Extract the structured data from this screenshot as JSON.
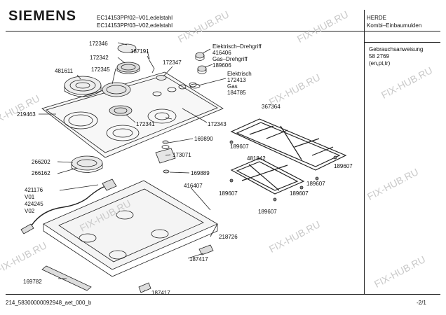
{
  "header": {
    "brand": "SIEMENS",
    "model_1": "EC14153PP/02–V01,edelstahl",
    "model_2": "EC14153PP/03–V02,edelstahl",
    "category_1": "HERDE",
    "category_2": "Kombi–Einbaumulden",
    "manual_title": "Gebrauchsanweisung",
    "manual_number": "58 2769",
    "manual_langs": "(en,pt,tr)"
  },
  "watermark": "FIX-HUB.RU",
  "parts": [
    {
      "id": "p1",
      "text": "172346"
    },
    {
      "id": "p2",
      "text": "187191"
    },
    {
      "id": "p3",
      "text": "172342"
    },
    {
      "id": "p4",
      "text": "172347"
    },
    {
      "id": "p5",
      "text": "172345"
    },
    {
      "id": "p6",
      "text": "481611"
    },
    {
      "id": "p7",
      "text": "Elektrisch–Drehgriff"
    },
    {
      "id": "p8",
      "text": "416406"
    },
    {
      "id": "p9",
      "text": "Gas–Drehgriff"
    },
    {
      "id": "p10",
      "text": "189606"
    },
    {
      "id": "p11",
      "text": "Elektrisch"
    },
    {
      "id": "p12",
      "text": "172413"
    },
    {
      "id": "p13",
      "text": "Gas"
    },
    {
      "id": "p14",
      "text": "184785"
    },
    {
      "id": "p15",
      "text": "219463"
    },
    {
      "id": "p16",
      "text": "172341"
    },
    {
      "id": "p17",
      "text": "172343"
    },
    {
      "id": "p18",
      "text": "367364"
    },
    {
      "id": "p19",
      "text": "169890"
    },
    {
      "id": "p20",
      "text": "189607"
    },
    {
      "id": "p21",
      "text": "173071"
    },
    {
      "id": "p22",
      "text": "481842"
    },
    {
      "id": "p23",
      "text": "189607"
    },
    {
      "id": "p24",
      "text": "266202"
    },
    {
      "id": "p25",
      "text": "169889"
    },
    {
      "id": "p26",
      "text": "266162"
    },
    {
      "id": "p27",
      "text": "416407"
    },
    {
      "id": "p28",
      "text": "189607"
    },
    {
      "id": "p29",
      "text": "189607"
    },
    {
      "id": "p30",
      "text": "421176"
    },
    {
      "id": "p31",
      "text": "V01"
    },
    {
      "id": "p32",
      "text": "424245"
    },
    {
      "id": "p33",
      "text": "V02"
    },
    {
      "id": "p34",
      "text": "189607"
    },
    {
      "id": "p35",
      "text": "189607"
    },
    {
      "id": "p36",
      "text": "218726"
    },
    {
      "id": "p37",
      "text": "187417"
    },
    {
      "id": "p38",
      "text": "169782"
    },
    {
      "id": "p39",
      "text": "187417"
    }
  ],
  "footer": {
    "doc_id": "214_58300000092948_aet_000_b",
    "page": "-2/1"
  }
}
